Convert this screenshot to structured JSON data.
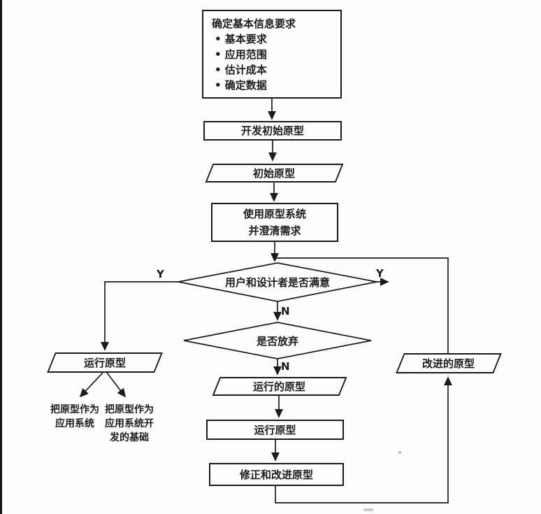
{
  "colors": {
    "ink": "#1b1b1b",
    "paper": "#fdfdfc"
  },
  "flowchart": {
    "info_box": {
      "title": "确定基本信息要求",
      "bullets": [
        "• 基本要求",
        "• 应用范围",
        "• 估计成本",
        "• 确定数据"
      ]
    },
    "develop_initial": "开发初始原型",
    "initial_prototype": "初始原型",
    "use_prototype": {
      "line1": "使用原型系统",
      "line2": "并澄清需求"
    },
    "decision_satisfied": "用户和设计者是否满意",
    "decision_abandon": "是否放弃",
    "run_prototype_left": "运行原型",
    "outcome_left": {
      "line1": "把原型作为",
      "line2": "应用系统"
    },
    "outcome_right": {
      "line1": "把原型作为",
      "line2": "应用系统开",
      "line3": "发的基础"
    },
    "running_prototype": "运行的原型",
    "run_prototype": "运行原型",
    "revise_improve": "修正和改进原型",
    "improved_prototype": "改进的原型",
    "branch_labels": {
      "satisfied_yes_left": "Y",
      "satisfied_yes_right": "Y",
      "satisfied_no": "N",
      "abandon_no": "N"
    }
  }
}
